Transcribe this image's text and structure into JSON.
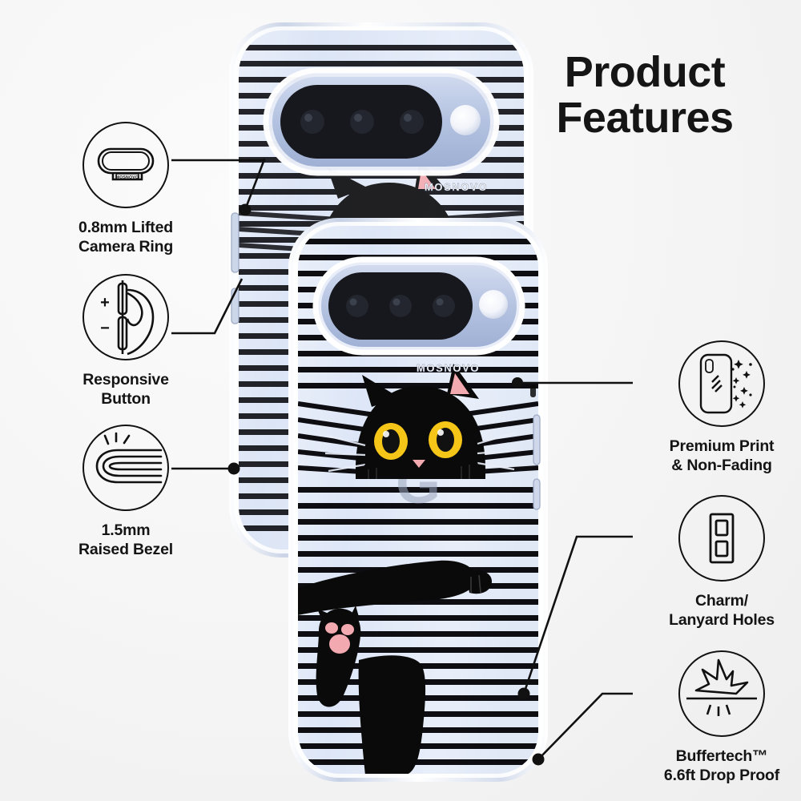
{
  "headline": "Product\nFeatures",
  "brand": "MOSNOVO",
  "device_logo": "G",
  "features": {
    "left": [
      {
        "id": "lifted-camera-ring",
        "caption": "0.8mm Lifted\nCamera Ring",
        "icon": "camera-ring-icon"
      },
      {
        "id": "responsive-button",
        "caption": "Responsive\nButton",
        "icon": "volume-button-press-icon",
        "plus": "+",
        "minus": "−"
      },
      {
        "id": "raised-bezel",
        "caption": "1.5mm\nRaised Bezel",
        "icon": "raised-bezel-icon"
      }
    ],
    "right": [
      {
        "id": "premium-print",
        "caption": "Premium Print\n& Non-Fading",
        "icon": "phone-sparkle-icon"
      },
      {
        "id": "lanyard-holes",
        "caption": "Charm/\nLanyard Holes",
        "icon": "lanyard-holes-icon"
      },
      {
        "id": "drop-proof",
        "caption": "Buffertech™\n6.6ft Drop Proof",
        "icon": "impact-shock-icon"
      }
    ]
  },
  "colors": {
    "ink": "#141414",
    "background_light": "#fbfbfb",
    "background_shade": "#eeeeee",
    "case_tint": "#dbe4f4",
    "stripe": "#0d0d12",
    "camera_bar": "#b9c6e2",
    "lens_glass": "#111318",
    "cat_body": "#0a0a0a",
    "cat_eye": "#f5c518",
    "cat_pink": "#f7b8bd"
  },
  "artwork": {
    "back_phone": "pixel-phone-clear-case-back",
    "front_phone": "pixel-phone-clear-case-front",
    "pattern": "black-cat-behind-blinds"
  }
}
